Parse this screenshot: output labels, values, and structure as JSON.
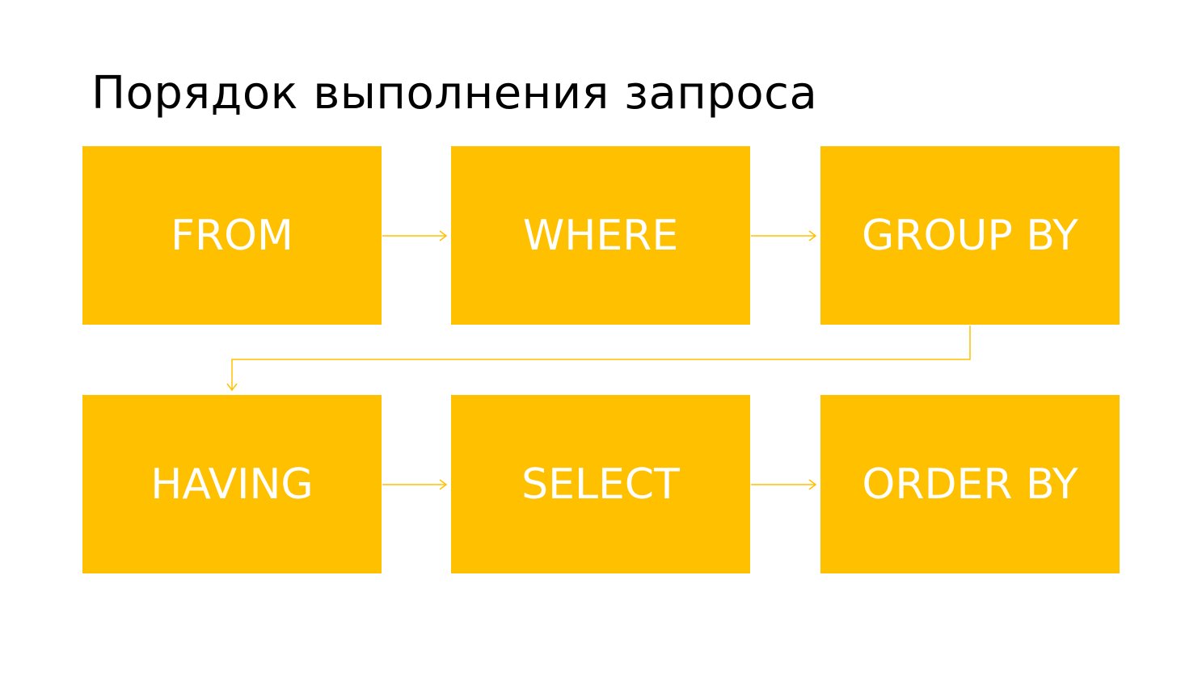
{
  "title": "Порядок выполнения запроса",
  "accent_color": "#FFC000",
  "text_color": "#FFFFFF",
  "steps": [
    {
      "label": "FROM"
    },
    {
      "label": "WHERE"
    },
    {
      "label": "GROUP BY"
    },
    {
      "label": "HAVING"
    },
    {
      "label": "SELECT"
    },
    {
      "label": "ORDER BY"
    }
  ]
}
